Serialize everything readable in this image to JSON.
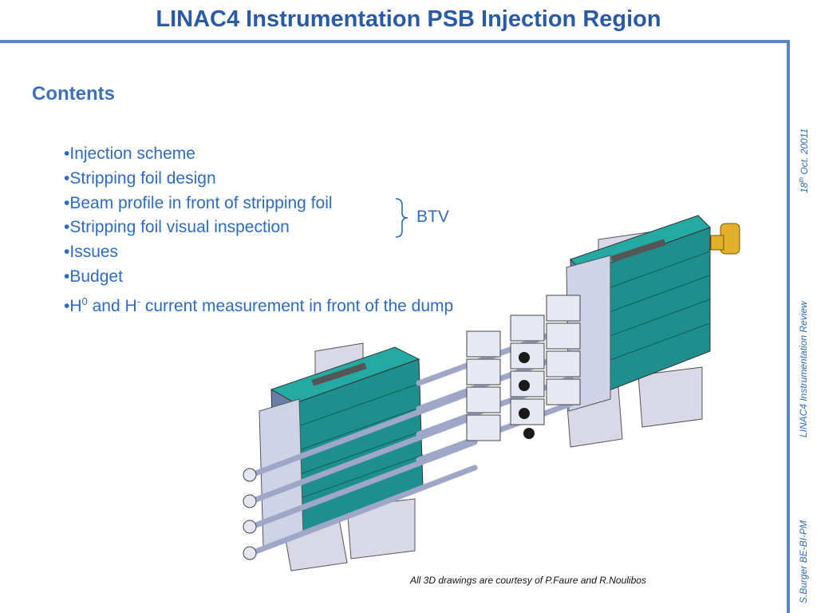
{
  "title": "LINAC4 Instrumentation PSB Injection Region",
  "section_heading": "Contents",
  "bullets": {
    "b1": "Injection scheme",
    "b2": "Stripping foil design",
    "b3": "Beam profile in front of stripping foil",
    "b4": "Stripping foil visual inspection",
    "b5": "Issues",
    "b6": "Budget",
    "b7": {
      "prefix": "H",
      "sup1": "0",
      "mid": " and H",
      "sup2": "-",
      "suffix": " current measurement in front of the dump"
    }
  },
  "bullet_marker": "•",
  "brace_label": "BTV",
  "side_text": {
    "date_day": "18",
    "date_sup": "th",
    "date_rest": " Oct. 20011",
    "review": "LINAC4 Instrumentation Review",
    "author": "S.Burger BE-BI-PM"
  },
  "caption": "All 3D drawings are courtesy of  P.Faure and R.Noulibos",
  "colors": {
    "title": "#2a5aa6",
    "text": "#2e6bc1",
    "rule": "#5a86c2",
    "teal": "#1e8f8c"
  }
}
